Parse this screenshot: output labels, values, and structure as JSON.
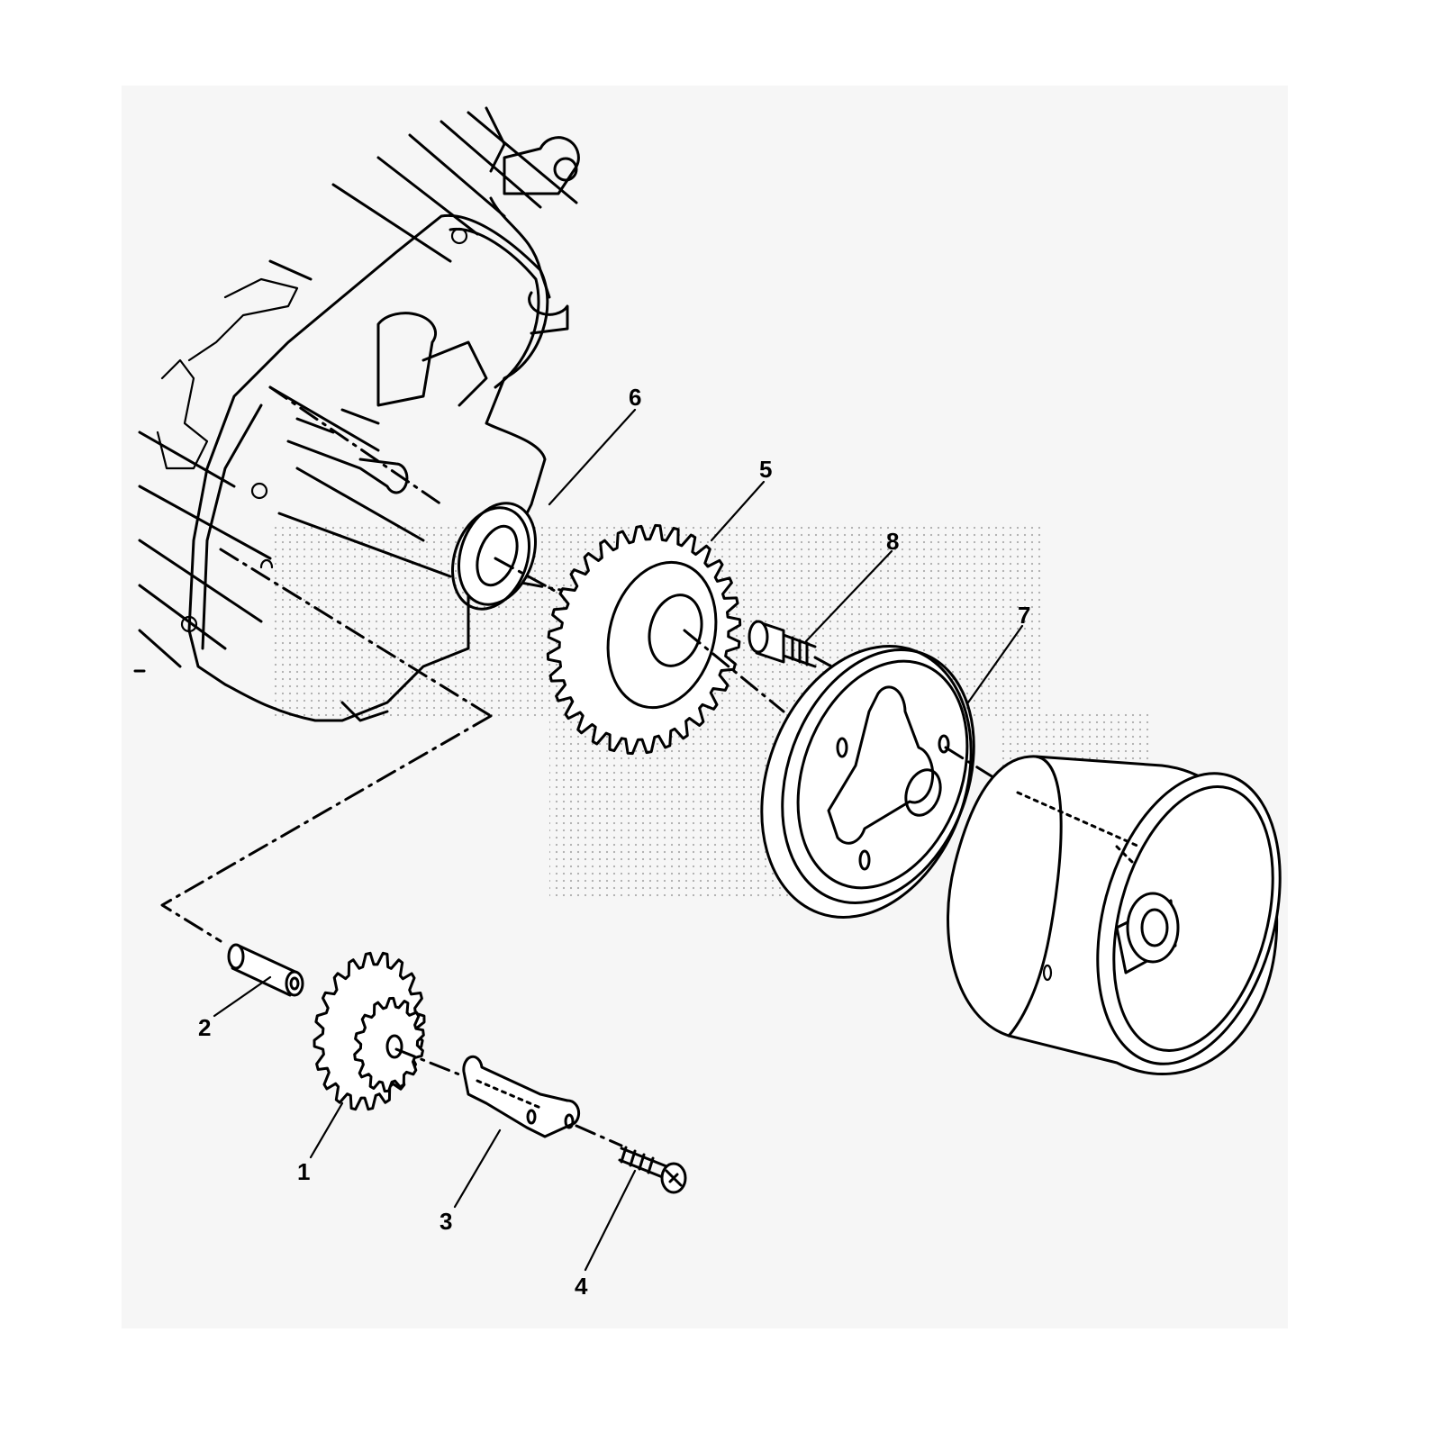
{
  "diagram": {
    "callouts": [
      {
        "number": "1",
        "part": "gear-small"
      },
      {
        "number": "2",
        "part": "pin"
      },
      {
        "number": "3",
        "part": "bracket"
      },
      {
        "number": "4",
        "part": "screw"
      },
      {
        "number": "5",
        "part": "gear-large"
      },
      {
        "number": "6",
        "part": "seal"
      },
      {
        "number": "7",
        "part": "rotor-plate"
      },
      {
        "number": "8",
        "part": "bolt"
      }
    ]
  }
}
